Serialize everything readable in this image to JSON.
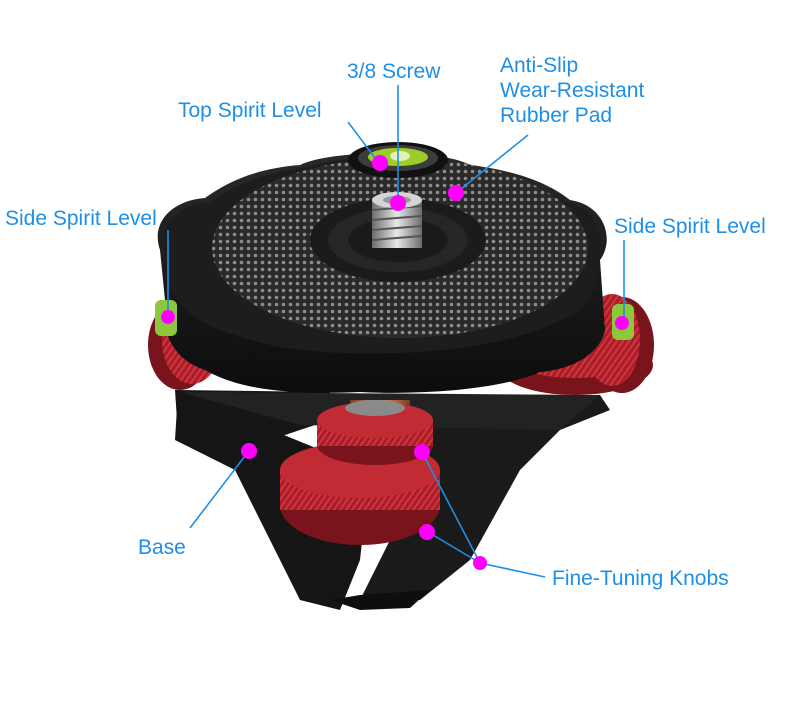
{
  "labels": {
    "screw": "3/8 Screw",
    "top_level": "Top Spirit Level",
    "pad_line1": "Anti-Slip",
    "pad_line2": "Wear-Resistant",
    "pad_line3": "Rubber Pad",
    "side_left": "Side Spirit Level",
    "side_right": "Side Spirit Level",
    "base": "Base",
    "knobs": "Fine-Tuning Knobs"
  },
  "colors": {
    "label_text": "#1e8fe6",
    "leader_line": "#1e8fe6",
    "marker_dot": "#ff00ff",
    "knob_red": "#b0202a",
    "body_black": "#1a1a1a"
  }
}
